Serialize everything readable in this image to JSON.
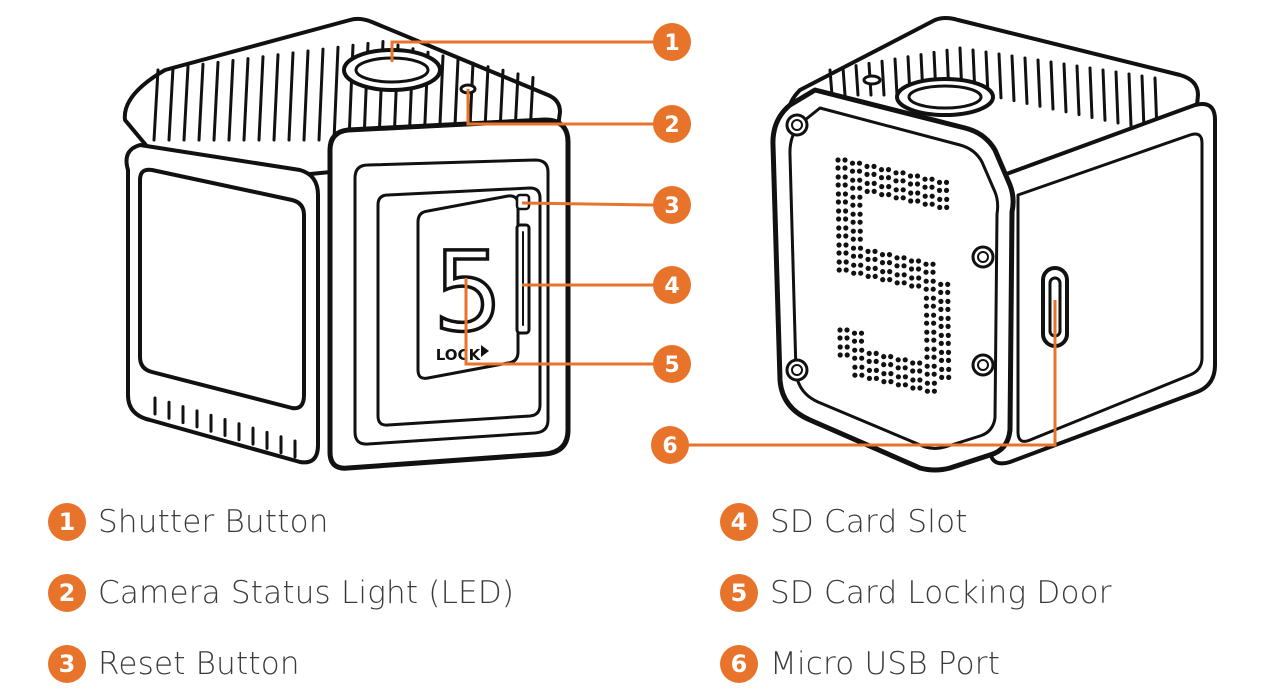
{
  "accent_color": "#e8732a",
  "line_color": "#111111",
  "camera_front": {
    "digit": "5",
    "lock_text": "LOCK"
  },
  "camera_back": {
    "digit": "5"
  },
  "callouts": [
    {
      "number": "1"
    },
    {
      "number": "2"
    },
    {
      "number": "3"
    },
    {
      "number": "4"
    },
    {
      "number": "5"
    },
    {
      "number": "6"
    }
  ],
  "legend": [
    {
      "number": "1",
      "label": "Shutter Button"
    },
    {
      "number": "2",
      "label": "Camera Status Light (LED)"
    },
    {
      "number": "3",
      "label": "Reset Button"
    },
    {
      "number": "4",
      "label": "SD Card Slot"
    },
    {
      "number": "5",
      "label": "SD Card Locking Door"
    },
    {
      "number": "6",
      "label": "Micro USB Port"
    }
  ]
}
